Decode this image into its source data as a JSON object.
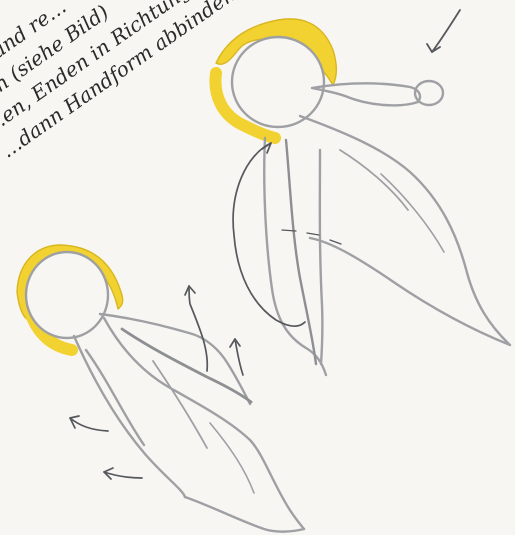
{
  "text_lines": [
    "…ks und re…",
    "…en (siehe Bild)",
    "…en, Enden in Richtung K…",
    "…dann Handform abbinden."
  ],
  "colors": {
    "paper": "#f8f6f3",
    "text": "#2c2a28",
    "hair": "#f2d230",
    "pencil": "#9ea0a3",
    "pencil_dark": "#8d8f92",
    "arrow": "#55585c"
  }
}
